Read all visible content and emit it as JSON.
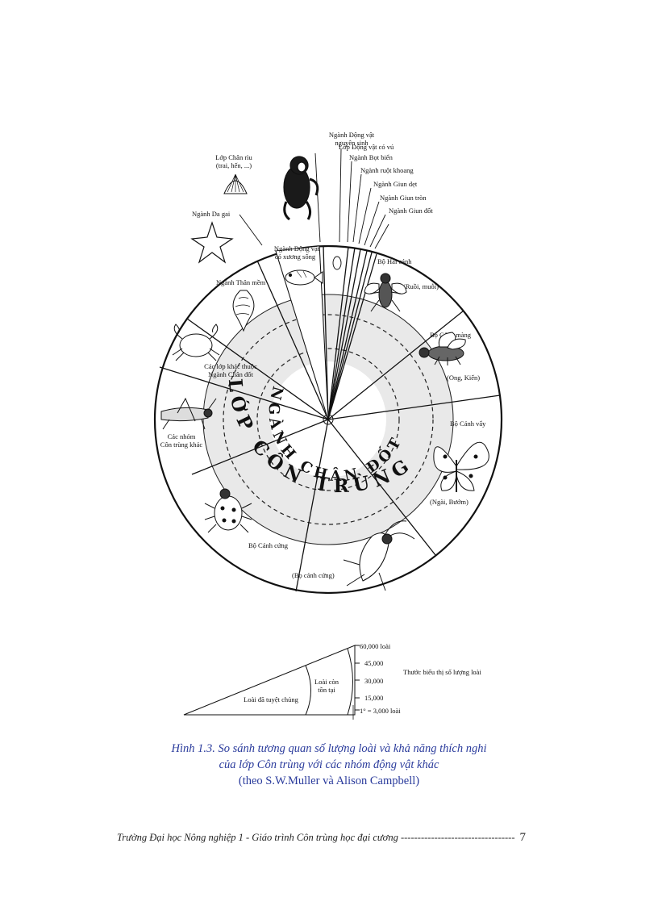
{
  "top_labels": {
    "protozoa_1": "Ngành Động vật",
    "protozoa_2": "nguyên sinh",
    "mammals": "Lớp Động vật có vú",
    "crustacea_1": "Lớp Chân rìu",
    "crustacea_2": "(trai, hến, ...)",
    "sponges": "Ngành Bọt biển",
    "coelenterates": "Ngành ruột khoang",
    "flatworms": "Ngành Giun dẹt",
    "roundworms": "Ngành Giun tròn",
    "annelids": "Ngành Giun đốt",
    "echinoderms": "Ngành Da gai"
  },
  "sector_labels": {
    "vertebrates_1": "Ngành Động vật",
    "vertebrates_2": "có xương sống",
    "diptera": "Bộ Hai cánh",
    "diptera_ex": "(Ruồi, muỗi)",
    "molluscs": "Ngành Thân mềm",
    "hymenoptera": "Bộ Cánh màng",
    "hymenoptera_ex": "(Ong, Kiến)",
    "other_arthropods_1": "Các lớp khác thuộc",
    "other_arthropods_2": "Ngành Chân đốt",
    "lepidoptera": "Bộ Cánh vẩy",
    "lepidoptera_ex": "(Ngài, Bướm)",
    "other_insects_1": "Các nhóm",
    "other_insects_2": "Côn trùng khác",
    "coleoptera": "Bộ Cánh cứng",
    "coleoptera_ex": "(Bọ cánh cứng)"
  },
  "ring_text": {
    "outer": "LỚP CÔN TRÙNG",
    "inner": "NGÀNH CHÂN ĐỐT"
  },
  "scale": {
    "ticks": [
      "60,000 loài",
      "45,000",
      "30,000",
      "15,000"
    ],
    "degree": "1°  =  3,000 loài",
    "title": "Thước biểu thị số lượng loài",
    "living_1": "Loài còn",
    "living_2": "tồn tại",
    "extinct": "Loài đã tuyệt chủng"
  },
  "caption": {
    "line1": "Hình 1.3. So sánh tương quan số lượng loài và khả năng thích nghi",
    "line2": "của lớp Côn trùng với các nhóm động vật khác",
    "line3": "(theo S.W.Muller và Alison Campbell)"
  },
  "footer": {
    "text": "Trường Đại học Nông nghiệp 1 - Giáo trình Côn trùng học đại cương ----------------------------------",
    "page": "7"
  },
  "icons": [
    "monkey-icon",
    "clam-icon",
    "starfish-icon",
    "fish-icon",
    "fly-icon",
    "snail-icon",
    "bee-icon",
    "crab-icon",
    "grasshopper-icon",
    "butterfly-icon",
    "ladybird-icon",
    "beetle-icon",
    "larva-icon"
  ]
}
